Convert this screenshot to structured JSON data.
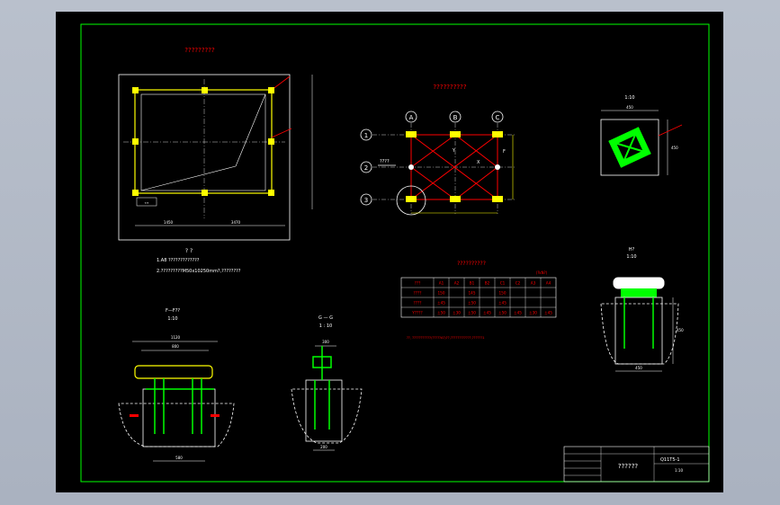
{
  "colors": {
    "viewport_bg": "#b3bac6",
    "sheet_bg": "#000000",
    "frame": "#00ff00",
    "lines": "#ffffff",
    "accent": "#ff0000",
    "structure": "#ffff00",
    "cyan": "#00ffff",
    "steel": "#00ff00"
  },
  "titles": {
    "plan": "?????????",
    "axis": "??????????",
    "table": "??????????"
  },
  "notes": {
    "heading": "? ?",
    "line1": "1.A8 ?????????????",
    "line2": "2.?????????M50x10250mm?,????????",
    "red_note": "??, ???????????(?????A?)??,????????????,??????1"
  },
  "axis_plan": {
    "columns": [
      "A",
      "B",
      "C"
    ],
    "rows": [
      "1",
      "2",
      "3"
    ],
    "arrow_label": "????",
    "y_label": "Y",
    "x_label": "X",
    "f_label": "F"
  },
  "load_table": {
    "unit": "(?kN?)",
    "header": [
      "???",
      "A1",
      "A2",
      "B1",
      "B2",
      "C1",
      "C2",
      "A3",
      "A4"
    ],
    "rows": [
      [
        "????",
        "150",
        "",
        "145",
        "",
        "150",
        "",
        "",
        ""
      ],
      [
        "????",
        "±45",
        "",
        "±50",
        "",
        "±45",
        "",
        "",
        ""
      ],
      [
        "Y????",
        "±50",
        "±30",
        "±50",
        "±45",
        "±50",
        "±45",
        "±30",
        "±45"
      ]
    ]
  },
  "sections": {
    "f_label": "F—F??",
    "f_scale": "1:10",
    "g_label": "G — G",
    "g_scale": "1 : 10",
    "h_label": "H?",
    "h_scale": "1:10",
    "top_scale": "1:10"
  },
  "dims": {
    "plan_width": "3470",
    "plan_left": "1450",
    "f_top": "1120",
    "f_mid": "800",
    "f_bottom": "580",
    "g_top": "300",
    "g_bottom": "200",
    "h_bottom": "450",
    "h_side": "450",
    "top_w": "450",
    "top_h": "450",
    "tiny": "???"
  },
  "title_block": {
    "drawing_no": "Q11T5-1",
    "name": "??????",
    "ratio": "1:10"
  }
}
